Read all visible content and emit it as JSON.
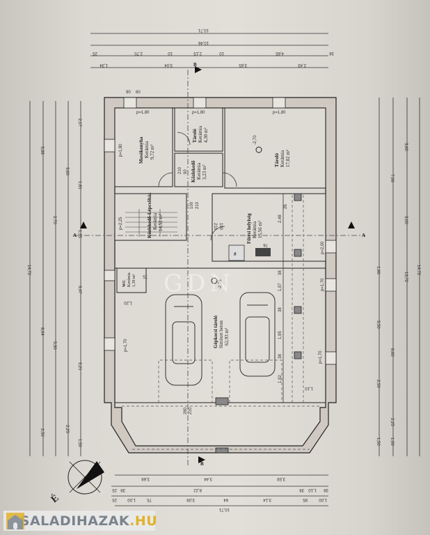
{
  "plan": {
    "rooms": [
      {
        "name": "Mosókonyha",
        "floor": "Kerámia",
        "area": "9,72 m²"
      },
      {
        "name": "Tároló",
        "floor": "Kerámia",
        "area": "4,30 m²"
      },
      {
        "name": "Tároló",
        "floor": "Kerámia",
        "area": "17,02 m²"
      },
      {
        "name": "Közlekedő",
        "floor": "Kerámia",
        "area": "3,23 m²"
      },
      {
        "name": "Közlekedő-Lépcsőház",
        "floor": "Kerámia",
        "area": "14,52 m²"
      },
      {
        "name": "Fűtési helyiség",
        "floor": "Kerámia",
        "area": "15,56 m²"
      },
      {
        "name": "WC",
        "floor": "Kerámia",
        "area": "1,39 m²"
      },
      {
        "name": "Gépkocsi tároló",
        "floor": "Simított beton",
        "area": "62,93 m²"
      }
    ],
    "levels": [
      "-2,70",
      "-2,75"
    ],
    "section_marks": [
      "A",
      "A",
      "B",
      "B"
    ],
    "windows": [
      "p=1,80",
      "p=1,80",
      "p=1,80",
      "p=1,80",
      "p=2,25",
      "p=1,70",
      "p=1,70",
      "p=1,70",
      "p=2,00"
    ],
    "openings": [
      "90",
      "60",
      "210",
      "90",
      "100",
      "210",
      "100",
      "210",
      "280",
      "210",
      "1,20",
      "75"
    ],
    "dims_top": [
      "10,71",
      "10,46",
      "25",
      "2,70",
      "10",
      "2,15",
      "10",
      "4,65",
      "38",
      "1,34",
      "3,04",
      "3,65",
      "2,43"
    ],
    "dims_bottom": [
      "3,68",
      "3,44",
      "3,59",
      "25",
      "38",
      "8,22",
      "38",
      "1,10",
      "38",
      "25",
      "1,00",
      "75",
      "3,08",
      "64",
      "3,14",
      "85",
      "1,00",
      "10,71"
    ],
    "dims_left": [
      "14,72",
      "3,98",
      "8,04",
      "2,50",
      "2,70",
      "5,30",
      "3,60",
      "2,25",
      "3,21",
      "1,35",
      "1,81",
      "2,17",
      "1,50",
      "3,47"
    ],
    "dims_right": [
      "14,72",
      "13,72",
      "7,06",
      "6,60",
      "3,60",
      "3,00",
      "1,66",
      "3,50",
      "2,50",
      "2,25",
      "1,50",
      "1,00"
    ],
    "dims_interior": [
      "2,48",
      "26",
      "1,97",
      "1,95",
      "1,92",
      "38",
      "38",
      "38",
      "76",
      "1,10"
    ]
  },
  "watermark": "GDN",
  "brand": {
    "name": "CSALADIHAZAK",
    "tld": ".HU"
  },
  "colors": {
    "paper": "#dcd8d2",
    "ink": "#222222",
    "logo_gray": "#7a838d",
    "logo_yellow": "#e0b12b"
  }
}
